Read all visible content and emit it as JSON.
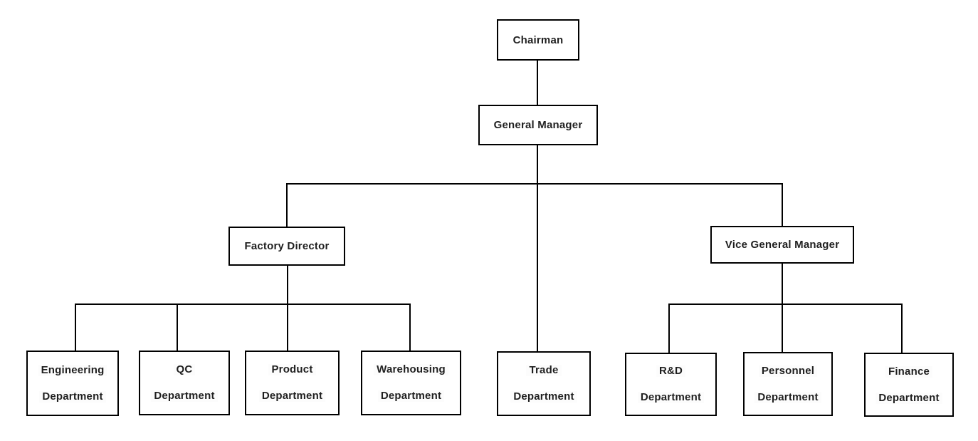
{
  "diagram": {
    "type": "org-chart",
    "background_color": "#ffffff",
    "line_color": "#000000",
    "box_border_color": "#000000",
    "box_fill_color": "#ffffff",
    "text_color": "#1f1f1f",
    "root": {
      "label": "Chairman"
    },
    "level2": {
      "label": "General Manager",
      "reports_to": "Chairman"
    },
    "level3": [
      {
        "label": "Factory Director",
        "reports_to": "General Manager"
      },
      {
        "label": "Vice General Manager",
        "reports_to": "General Manager"
      }
    ],
    "departments": [
      {
        "line1": "Engineering",
        "line2": "Department",
        "reports_to": "Factory Director"
      },
      {
        "line1": "QC",
        "line2": "Department",
        "reports_to": "Factory Director"
      },
      {
        "line1": "Product",
        "line2": "Department",
        "reports_to": "Factory Director"
      },
      {
        "line1": "Warehousing",
        "line2": "Department",
        "reports_to": "Factory Director"
      },
      {
        "line1": "Trade",
        "line2": "Department",
        "reports_to": "General Manager"
      },
      {
        "line1": "R&D",
        "line2": "Department",
        "reports_to": "Vice General Manager"
      },
      {
        "line1": "Personnel",
        "line2": "Department",
        "reports_to": "Vice General Manager"
      },
      {
        "line1": "Finance",
        "line2": "Department",
        "reports_to": "Vice General Manager"
      }
    ]
  }
}
